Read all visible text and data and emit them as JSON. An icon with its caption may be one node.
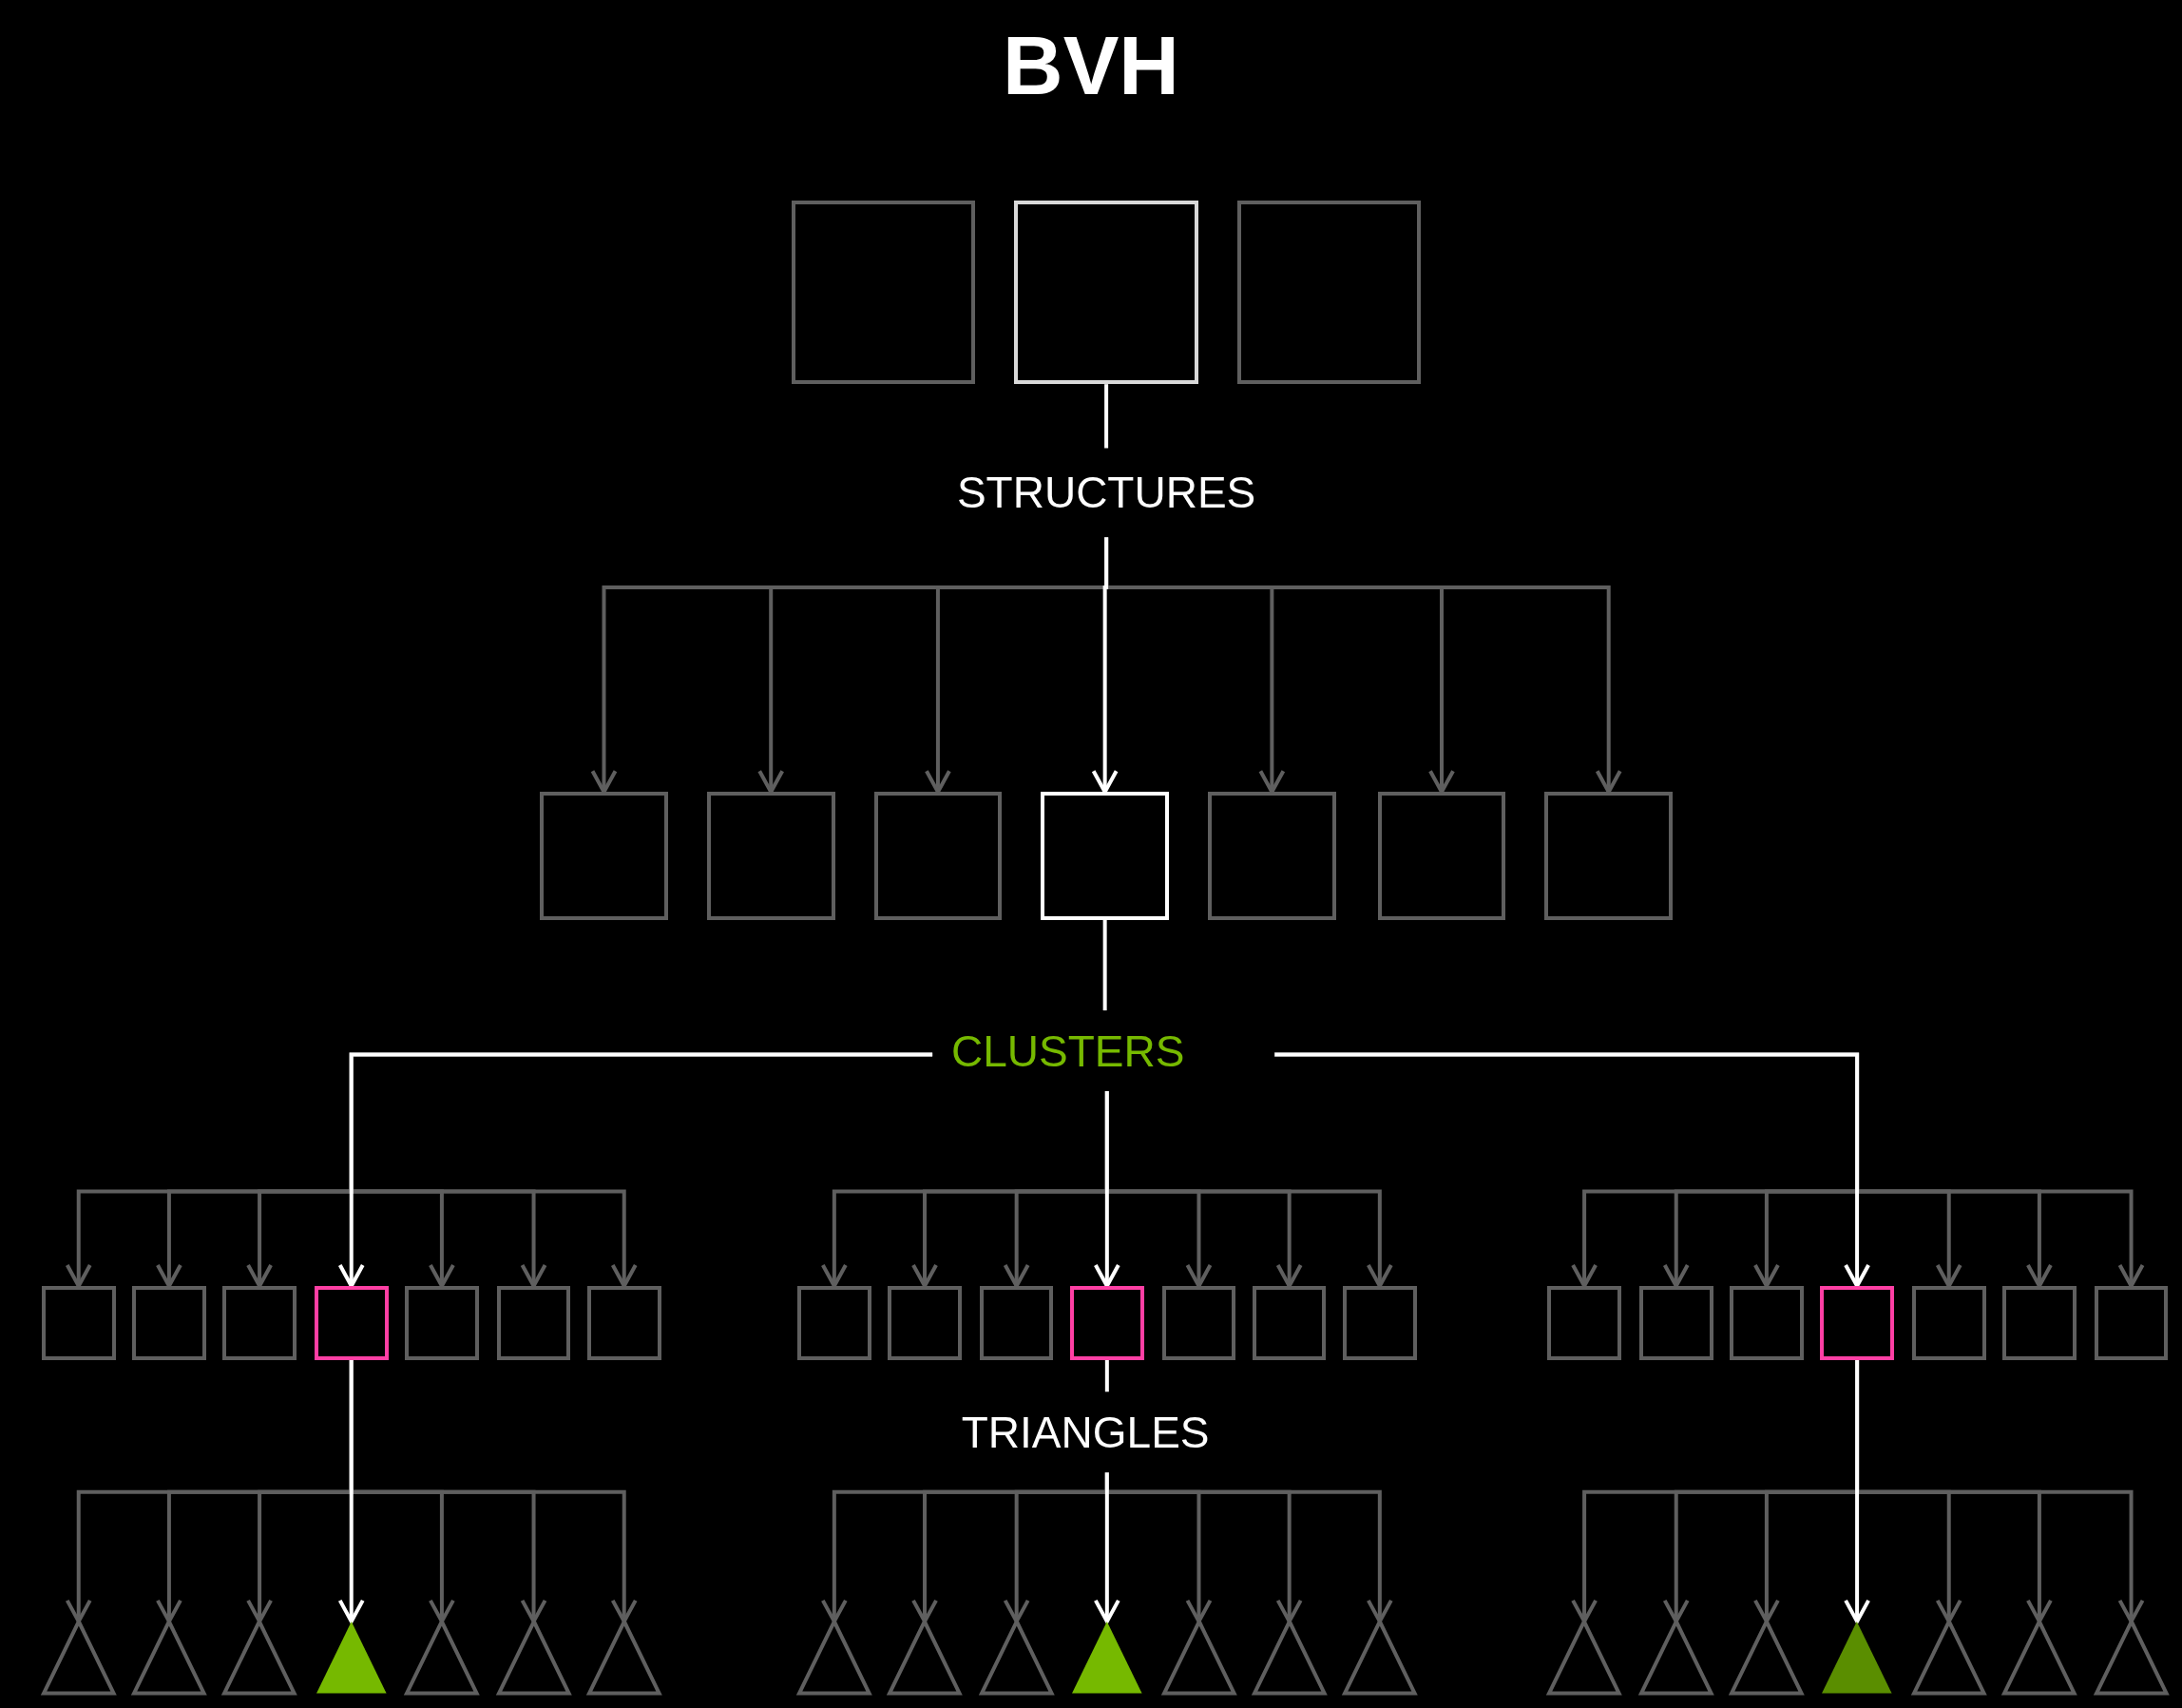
{
  "diagram": {
    "title": "BVH",
    "nodes": [
      {
        "text": [],
        "shape": "box"
      },
      {
        "text": [],
        "shape": "box"
      },
      {
        "text": [],
        "shape": "box"
      },
      {
        "text": [
          "STRUCTURES"
        ]
      },
      {
        "text": [],
        "shape": "box"
      },
      {
        "text": [],
        "shape": "box"
      },
      {
        "text": [],
        "shape": "box"
      },
      {
        "text": [],
        "shape": "box"
      },
      {
        "text": [],
        "shape": "box"
      },
      {
        "text": [],
        "shape": "box"
      },
      {
        "text": [],
        "shape": "box"
      },
      {
        "text": [
          "CLUSTERS"
        ]
      },
      {
        "text": [],
        "shape": "box"
      },
      {
        "text": [],
        "shape": "box"
      },
      {
        "text": [],
        "shape": "box"
      },
      {
        "text": [],
        "shape": "box"
      },
      {
        "text": [],
        "shape": "box"
      },
      {
        "text": [],
        "shape": "box"
      },
      {
        "text": [],
        "shape": "box"
      },
      {
        "text": [],
        "shape": "box"
      },
      {
        "text": [],
        "shape": "box"
      },
      {
        "text": [],
        "shape": "box"
      },
      {
        "text": [],
        "shape": "box"
      },
      {
        "text": [],
        "shape": "box"
      },
      {
        "text": [],
        "shape": "box"
      },
      {
        "text": [],
        "shape": "box"
      },
      {
        "text": [],
        "shape": "box"
      },
      {
        "text": [],
        "shape": "box"
      },
      {
        "text": [],
        "shape": "box"
      },
      {
        "text": [],
        "shape": "box"
      },
      {
        "text": [],
        "shape": "box"
      },
      {
        "text": [],
        "shape": "box"
      },
      {
        "text": [],
        "shape": "box"
      },
      {
        "text": [
          "TRIANGLES"
        ]
      },
      {
        "text": [],
        "shape": "triangle"
      },
      {
        "text": [],
        "shape": "triangle"
      },
      {
        "text": [],
        "shape": "triangle"
      },
      {
        "text": [],
        "shape": "triangle"
      },
      {
        "text": [],
        "shape": "triangle"
      },
      {
        "text": [],
        "shape": "triangle"
      },
      {
        "text": [],
        "shape": "triangle"
      },
      {
        "text": [],
        "shape": "triangle"
      },
      {
        "text": [],
        "shape": "triangle"
      },
      {
        "text": [],
        "shape": "triangle"
      },
      {
        "text": [],
        "shape": "triangle"
      },
      {
        "text": [],
        "shape": "triangle"
      },
      {
        "text": [],
        "shape": "triangle"
      },
      {
        "text": [],
        "shape": "triangle"
      },
      {
        "text": [],
        "shape": "triangle"
      },
      {
        "text": [],
        "shape": "triangle"
      },
      {
        "text": [],
        "shape": "triangle"
      },
      {
        "text": [],
        "shape": "triangle"
      },
      {
        "text": [],
        "shape": "triangle"
      },
      {
        "text": [],
        "shape": "triangle"
      },
      {
        "text": [],
        "shape": "triangle"
      }
    ],
    "edges": [
      {
        "from": 1,
        "to": 3,
        "arrow": "none",
        "color": "#ffffff"
      },
      {
        "from": 3,
        "to": 4,
        "arrow": "to"
      },
      {
        "from": 3,
        "to": 5,
        "arrow": "to"
      },
      {
        "from": 3,
        "to": 6,
        "arrow": "to"
      },
      {
        "from": 3,
        "to": 7,
        "arrow": "to",
        "color": "#ffffff"
      },
      {
        "from": 3,
        "to": 8,
        "arrow": "to"
      },
      {
        "from": 3,
        "to": 9,
        "arrow": "to"
      },
      {
        "from": 3,
        "to": 10,
        "arrow": "to"
      },
      {
        "from": 7,
        "to": 11,
        "arrow": "none",
        "color": "#ffffff"
      },
      {
        "from": 11,
        "to": 12,
        "arrow": "to"
      },
      {
        "from": 11,
        "to": 13,
        "arrow": "to"
      },
      {
        "from": 11,
        "to": 14,
        "arrow": "to"
      },
      {
        "from": 11,
        "to": 15,
        "arrow": "to",
        "color": "#ffffff"
      },
      {
        "from": 11,
        "to": 16,
        "arrow": "to"
      },
      {
        "from": 11,
        "to": 17,
        "arrow": "to"
      },
      {
        "from": 11,
        "to": 18,
        "arrow": "to"
      },
      {
        "from": 11,
        "to": 19,
        "arrow": "to"
      },
      {
        "from": 11,
        "to": 20,
        "arrow": "to"
      },
      {
        "from": 11,
        "to": 21,
        "arrow": "to"
      },
      {
        "from": 11,
        "to": 22,
        "arrow": "to",
        "color": "#ffffff"
      },
      {
        "from": 11,
        "to": 23,
        "arrow": "to"
      },
      {
        "from": 11,
        "to": 24,
        "arrow": "to"
      },
      {
        "from": 11,
        "to": 25,
        "arrow": "to"
      },
      {
        "from": 11,
        "to": 26,
        "arrow": "to"
      },
      {
        "from": 11,
        "to": 27,
        "arrow": "to"
      },
      {
        "from": 11,
        "to": 28,
        "arrow": "to"
      },
      {
        "from": 11,
        "to": 29,
        "arrow": "to",
        "color": "#ffffff"
      },
      {
        "from": 11,
        "to": 30,
        "arrow": "to"
      },
      {
        "from": 11,
        "to": 31,
        "arrow": "to"
      },
      {
        "from": 11,
        "to": 32,
        "arrow": "to"
      },
      {
        "from": 15,
        "to": 34,
        "arrow": "to"
      },
      {
        "from": 15,
        "to": 35,
        "arrow": "to"
      },
      {
        "from": 15,
        "to": 36,
        "arrow": "to"
      },
      {
        "from": 15,
        "to": 37,
        "arrow": "to",
        "color": "#ffffff"
      },
      {
        "from": 15,
        "to": 38,
        "arrow": "to"
      },
      {
        "from": 15,
        "to": 39,
        "arrow": "to"
      },
      {
        "from": 15,
        "to": 40,
        "arrow": "to"
      },
      {
        "from": 22,
        "to": 33,
        "arrow": "none",
        "color": "#ffffff"
      },
      {
        "from": 33,
        "to": 41,
        "arrow": "to"
      },
      {
        "from": 33,
        "to": 42,
        "arrow": "to"
      },
      {
        "from": 33,
        "to": 43,
        "arrow": "to"
      },
      {
        "from": 33,
        "to": 44,
        "arrow": "to",
        "color": "#ffffff"
      },
      {
        "from": 33,
        "to": 45,
        "arrow": "to"
      },
      {
        "from": 33,
        "to": 46,
        "arrow": "to"
      },
      {
        "from": 33,
        "to": 47,
        "arrow": "to"
      },
      {
        "from": 29,
        "to": 48,
        "arrow": "to"
      },
      {
        "from": 29,
        "to": 49,
        "arrow": "to"
      },
      {
        "from": 29,
        "to": 50,
        "arrow": "to"
      },
      {
        "from": 29,
        "to": 51,
        "arrow": "to",
        "color": "#ffffff"
      },
      {
        "from": 29,
        "to": 52,
        "arrow": "to"
      },
      {
        "from": 29,
        "to": 53,
        "arrow": "to"
      },
      {
        "from": 29,
        "to": 54,
        "arrow": "to"
      }
    ]
  }
}
